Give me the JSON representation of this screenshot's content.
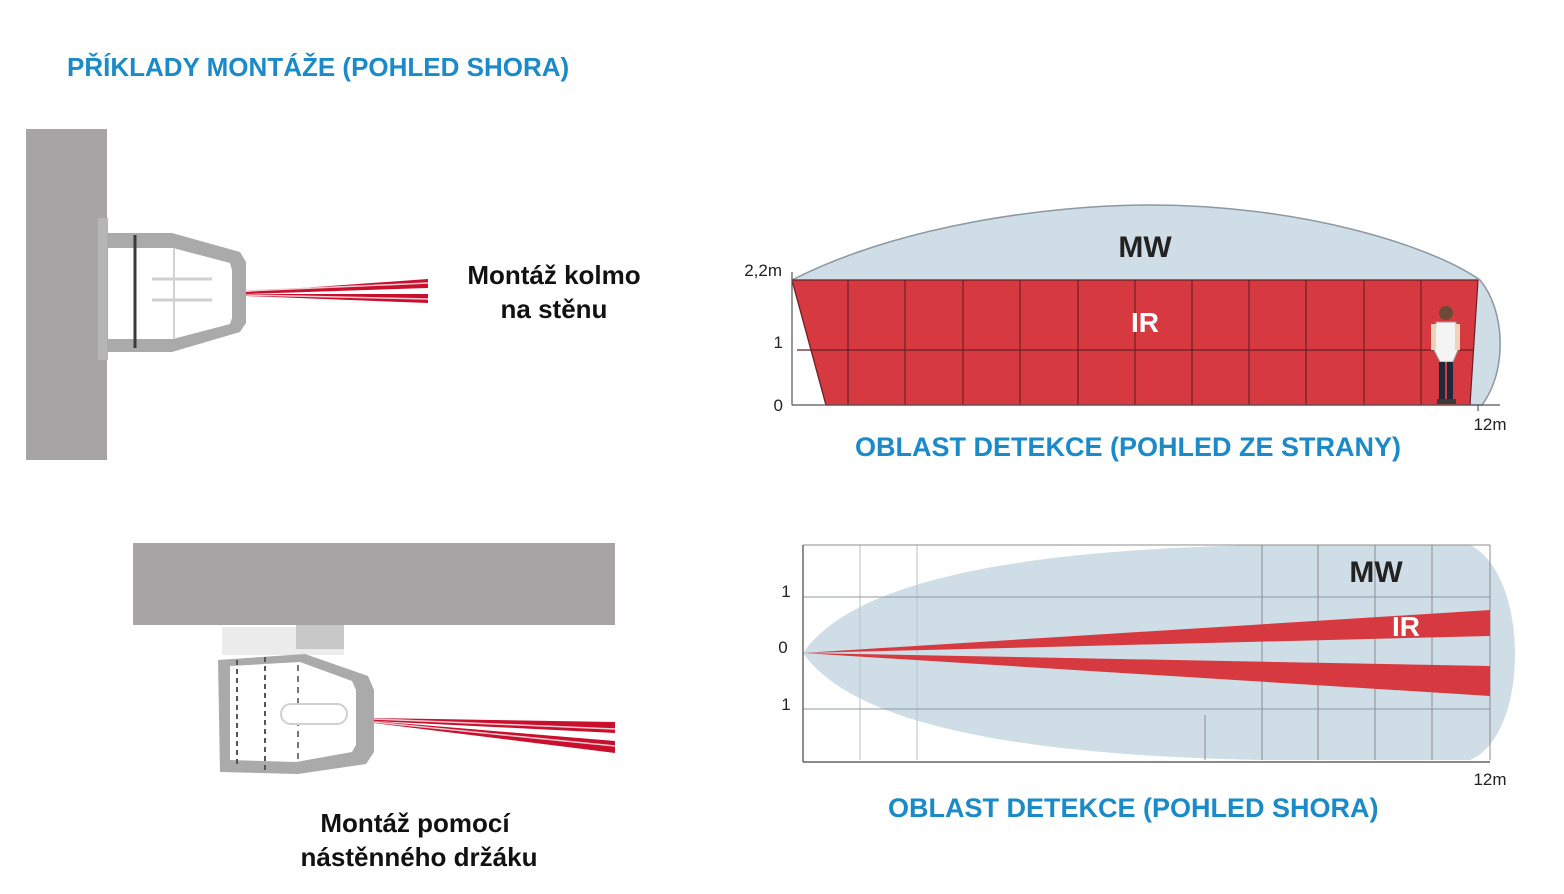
{
  "heading": "PŘÍKLADY MONTÁŽE (POHLED SHORA)",
  "mount_perpendicular": {
    "line1": "Montáž kolmo",
    "line2": "na stěnu"
  },
  "mount_bracket": {
    "line1": "Montáž pomocí",
    "line2": "nástěnného držáku"
  },
  "side_view": {
    "title": "OBLAST DETEKCE (POHLED ZE STRANY)",
    "mw_label": "MW",
    "ir_label": "IR",
    "y_labels": [
      "2,2m",
      "1",
      "0"
    ],
    "x_end_label": "12m"
  },
  "top_view": {
    "title": "OBLAST DETEKCE (POHLED SHORA)",
    "mw_label": "MW",
    "ir_label": "IR",
    "y_labels": [
      "1",
      "0",
      "1"
    ],
    "x_end_label": "12m"
  },
  "colors": {
    "title_blue": "#1a8ac8",
    "ir_red": "#d63a40",
    "mw_fill": "#cfdde6",
    "wall_gray": "#a6a4a5"
  }
}
